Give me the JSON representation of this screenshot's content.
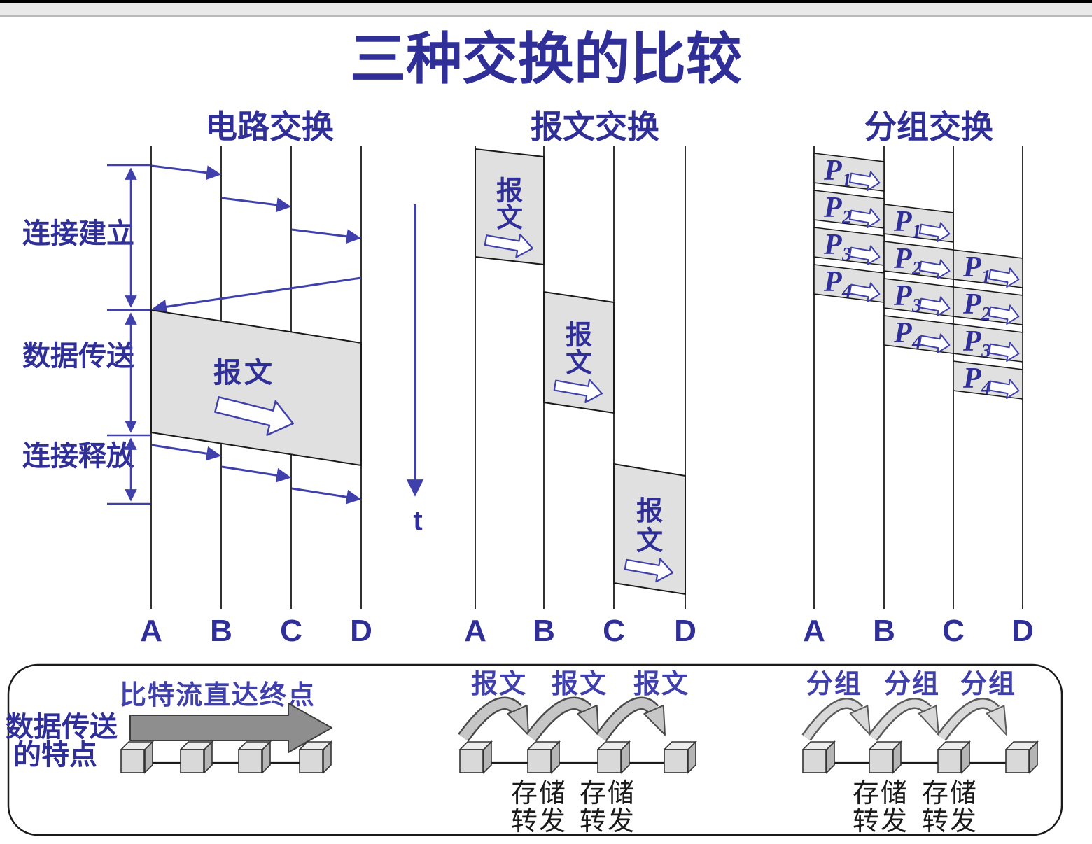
{
  "page": {
    "title": "三种交换的比较"
  },
  "columns": [
    {
      "header": "电路交换",
      "nodes": [
        "A",
        "B",
        "C",
        "D"
      ]
    },
    {
      "header": "报文交换",
      "nodes": [
        "A",
        "B",
        "C",
        "D"
      ]
    },
    {
      "header": "分组交换",
      "nodes": [
        "A",
        "B",
        "C",
        "D"
      ]
    }
  ],
  "phases": [
    {
      "label": "连接建立"
    },
    {
      "label": "数据传送"
    },
    {
      "label": "连接释放"
    }
  ],
  "time_axis": {
    "label": "t"
  },
  "circuit": {
    "message_label": "报文"
  },
  "message": {
    "block_label": "报文"
  },
  "packet": {
    "block_prefix": "P",
    "block_subscripts": [
      "1",
      "2",
      "3",
      "4"
    ]
  },
  "bottom_panel": {
    "row_label": [
      "数据传送",
      "的特点"
    ],
    "circuit_caption": "比特流直达终点",
    "message_captions": [
      "报文",
      "报文",
      "报文"
    ],
    "packet_captions": [
      "分组",
      "分组",
      "分组"
    ],
    "store_forward": [
      "存储",
      "转发"
    ]
  },
  "colors": {
    "accent_text": "#2f2f97",
    "accent_line": "#4040ac",
    "block_fill": "#e0e0e0",
    "ink": "#1a1a1a",
    "solid_arrow_gray": "#8e8e8e"
  }
}
